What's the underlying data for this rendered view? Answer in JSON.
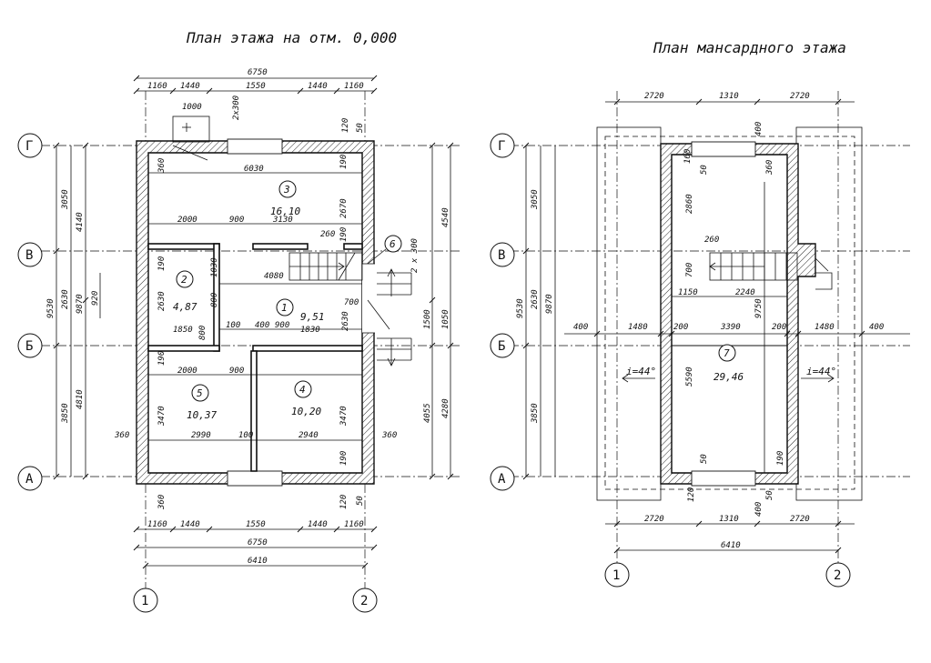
{
  "titles": {
    "ground": "План этажа на отм. 0,000",
    "attic": "План мансардного этажа"
  },
  "axes": {
    "g": "Г",
    "v": "В",
    "b": "Б",
    "a": "А",
    "one": "1",
    "two": "2"
  },
  "rooms": {
    "r1": {
      "no": "1",
      "area": "9,51"
    },
    "r2": {
      "no": "2",
      "area": "4,87"
    },
    "r3": {
      "no": "3",
      "area": "16,10"
    },
    "r4": {
      "no": "4",
      "area": "10,20"
    },
    "r5": {
      "no": "5",
      "area": "10,37"
    },
    "r6": {
      "no": "6"
    },
    "r7": {
      "no": "7",
      "area": "29,46"
    }
  },
  "ground_dims": {
    "overall_top": "6750",
    "top_chain": [
      "1160",
      "1440",
      "1550",
      "1440",
      "1160"
    ],
    "top_small": [
      "1000",
      "2х300",
      "120",
      "50"
    ],
    "bottom_chain": [
      "1160",
      "1440",
      "1550",
      "1440",
      "1160"
    ],
    "overall_bottom": "6750",
    "axis_span": "6410",
    "left_chain_outer": "9530",
    "left_chain_a": [
      "3050",
      "2630",
      "3850"
    ],
    "left_chain_b": [
      "4140",
      "9870",
      "4810"
    ],
    "left_920": "920",
    "right_chain_a": [
      "4540",
      "1050",
      "4280"
    ],
    "right_chain_b": [
      "1500",
      "4055"
    ],
    "right_2x300": "2 х 300",
    "room3": [
      "6030",
      "190",
      "2670",
      "190",
      "360"
    ],
    "room3_mid": [
      "2000",
      "900",
      "3130"
    ],
    "stair": [
      "260",
      "700"
    ],
    "room1": [
      "4080",
      "9,51",
      "1830",
      "2630",
      "400",
      "900",
      "100"
    ],
    "room2": [
      "1030",
      "800",
      "2630",
      "1850",
      "800",
      "190",
      "100"
    ],
    "room5": [
      "2000",
      "900",
      "3470",
      "2990",
      "100"
    ],
    "room4": [
      "3470",
      "2940"
    ],
    "side_360": "360",
    "bottom_small": [
      "360",
      "120",
      "50",
      "190",
      "190"
    ]
  },
  "attic_dims": {
    "top_chain": [
      "2720",
      "1310",
      "2720"
    ],
    "bottom_chain": [
      "2720",
      "1310",
      "2720"
    ],
    "axis_span": "6410",
    "left_chain_outer": "9530",
    "left_chain_a": [
      "3050",
      "2630",
      "3850"
    ],
    "left_chain_b": [
      "9870"
    ],
    "top_small": [
      "160",
      "400",
      "50",
      "360"
    ],
    "inner": [
      "2860",
      "260",
      "700",
      "1150",
      "2240",
      "9750",
      "5590"
    ],
    "b_line": [
      "400",
      "1480",
      "200",
      "3390",
      "200",
      "1480",
      "400"
    ],
    "bottom_small": [
      "50",
      "120",
      "400",
      "50",
      "190"
    ],
    "slope_left": "i=44°",
    "slope_right": "i=44°"
  }
}
